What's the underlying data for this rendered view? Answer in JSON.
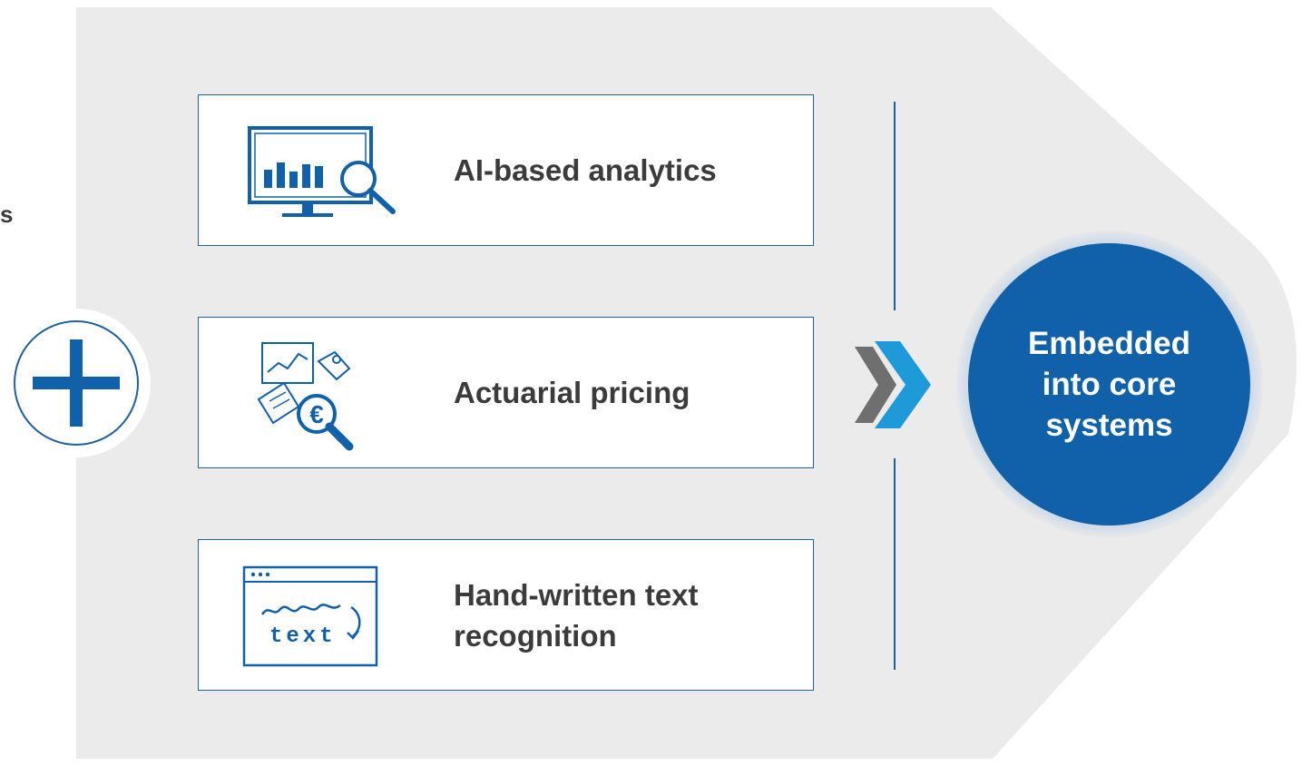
{
  "left": {
    "partial_text": "s"
  },
  "cards": [
    {
      "label": "AI-based analytics",
      "icon": "monitor-analytics-icon"
    },
    {
      "label": "Actuarial pricing",
      "icon": "pricing-euro-search-icon"
    },
    {
      "label": "Hand-written text recognition",
      "icon": "handwriting-text-icon"
    }
  ],
  "result": {
    "label": "Embedded into core systems"
  },
  "colors": {
    "panel": "#ebebeb",
    "brand_blue": "#1060aa",
    "light_blue": "#1e9ad9",
    "chevron_grey": "#6f6f6f",
    "text": "#3b3b3b"
  }
}
